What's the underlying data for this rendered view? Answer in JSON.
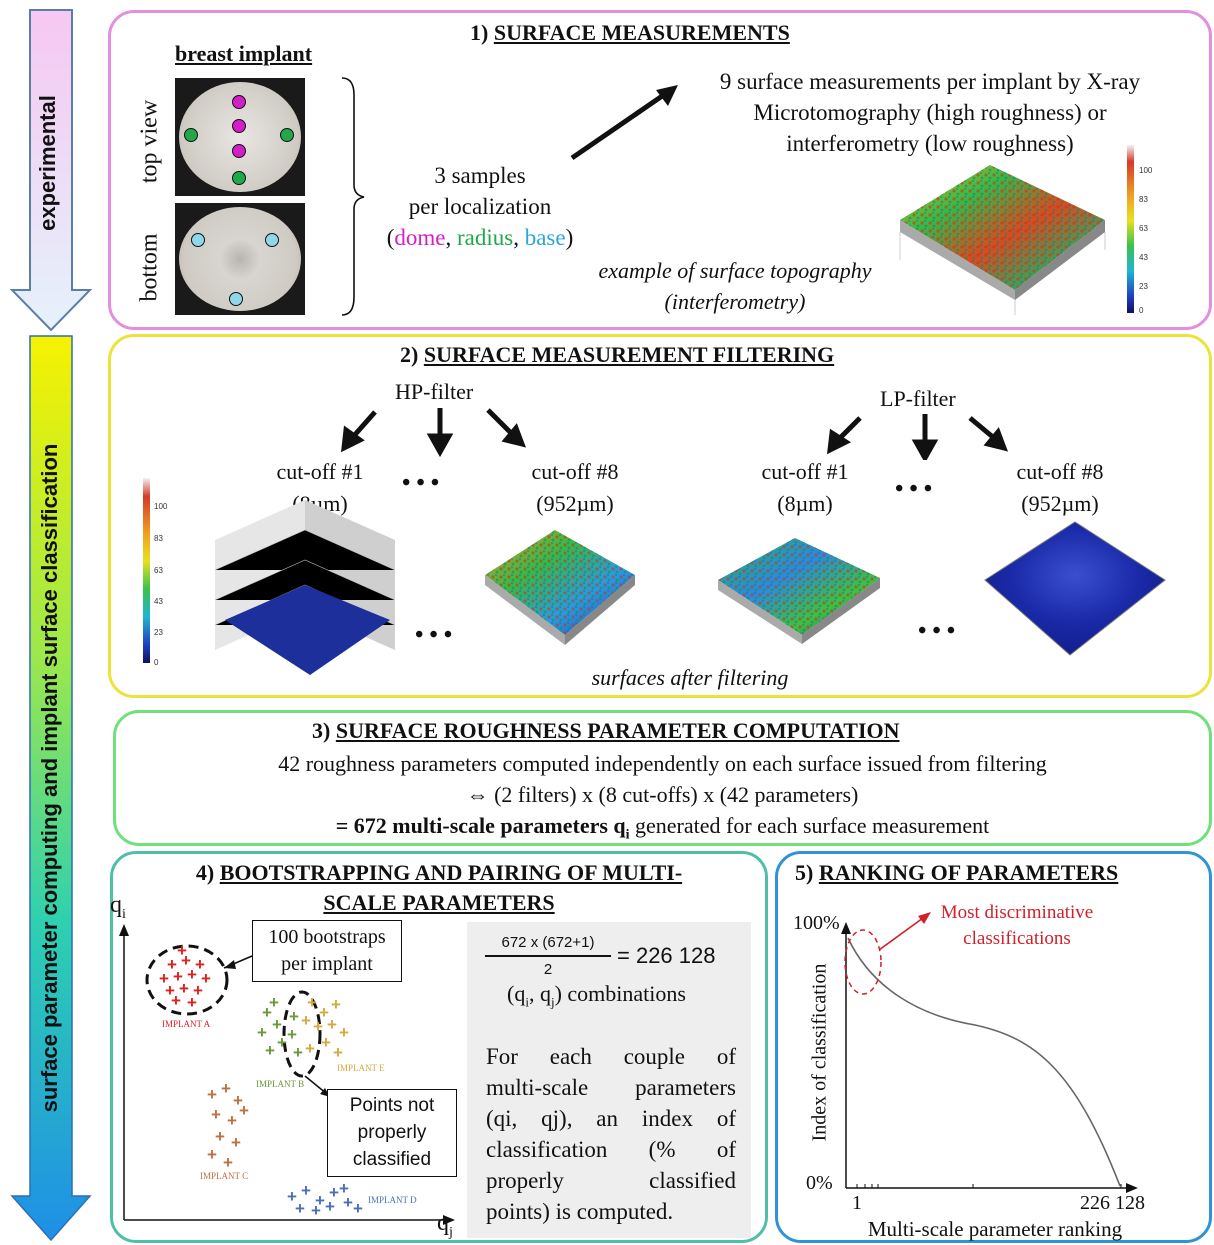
{
  "sidebar": {
    "experimental_label": "experimental",
    "classification_label": "surface parameter computing and implant surface classification"
  },
  "panel1": {
    "title_num": "1)",
    "title_text": "SURFACE MEASUREMENTS",
    "implant_title": "breast implant",
    "view_top": "top view",
    "view_bottom": "bottom",
    "samples_line1": "3 samples",
    "samples_line2": "per localization",
    "loc_open": "(",
    "loc_dome": "dome",
    "loc_radius": "radius",
    "loc_base": "base",
    "loc_close": ")",
    "measure_line1": "9 surface measurements per implant by X-ray",
    "measure_line2": "Microtomography (high roughness) or",
    "measure_line3": "interferometry (low roughness)",
    "example_line1": "example of surface topography",
    "example_line2": "(interferometry)",
    "colorbar_ticks": [
      "100",
      "83",
      "63",
      "43",
      "23",
      "0"
    ]
  },
  "panel2": {
    "title_num": "2)",
    "title_text": "SURFACE MEASUREMENT FILTERING",
    "hp_filter": "HP-filter",
    "lp_filter": "LP-filter",
    "cutoff1": "cut-off #1",
    "cutoff8": "cut-off #8",
    "size1": "(8µm)",
    "size8": "(952µm)",
    "ellipsis": "• • •",
    "caption": "surfaces after filtering",
    "colorbar_ticks": [
      "100",
      "83",
      "63",
      "43",
      "23",
      "0"
    ]
  },
  "panel3": {
    "title_num": "3)",
    "title_text": "SURFACE ROUGHNESS PARAMETER COMPUTATION",
    "line1": "42 roughness parameters computed independently on each surface issued from filtering",
    "line2": "⇔ (2 filters) x (8 cut-offs) x (42 parameters)",
    "line3_bold": "= 672 multi-scale parameters q",
    "line3_sub": "i",
    "line3_rest": " generated for each surface measurement"
  },
  "panel4": {
    "title_num": "4)",
    "title_line1": "BOOTSTRAPPING AND PAIRING OF MULTI-",
    "title_line2": "SCALE PARAMETERS",
    "axis_y": "q",
    "axis_y_sub": "i",
    "axis_x": "q",
    "axis_x_sub": "j",
    "bootstrap_line1": "100 bootstraps",
    "bootstrap_line2": "per implant",
    "points_line1": "Points not",
    "points_line2": "properly",
    "points_line3": "classified",
    "implants": [
      "IMPLANT A",
      "IMPLANT B",
      "IMPLANT C",
      "IMPLANT D",
      "IMPLANT E"
    ],
    "formula_num": "672 x (672+1)",
    "formula_den": "2",
    "formula_result": "= 226 128",
    "combinations": "(q",
    "combinations_i": "i",
    "combinations_mid": ", q",
    "combinations_j": "j",
    "combinations_rest": ") combinations",
    "desc_lines": [
      "For each couple of",
      "multi-scale parameters",
      "(qi, qj), an index of",
      "classification (% of",
      "properly classified",
      "points) is computed."
    ]
  },
  "panel5": {
    "title_num": "5)",
    "title_text": "RANKING OF PARAMETERS",
    "annotation_line1": "Most discriminative",
    "annotation_line2": "classifications",
    "y_max": "100%",
    "y_min": "0%",
    "x_min": "1",
    "x_max": "226 128",
    "ylabel": "Index of classification",
    "xlabel": "Multi-scale parameter ranking"
  },
  "colors": {
    "panel1": "#e38fdc",
    "panel2": "#ece23a",
    "panel3": "#6fe07a",
    "panel4": "#4fbfa8",
    "panel5": "#2f93d6",
    "dome": "#d21fc7",
    "radius": "#21a84a",
    "base": "#2aa6d8",
    "annotation": "#d0202a",
    "implantA": "#e02020",
    "implantB": "#6a9a3a",
    "implantC": "#c07040",
    "implantD": "#4a70b8",
    "implantE": "#d8a840"
  }
}
